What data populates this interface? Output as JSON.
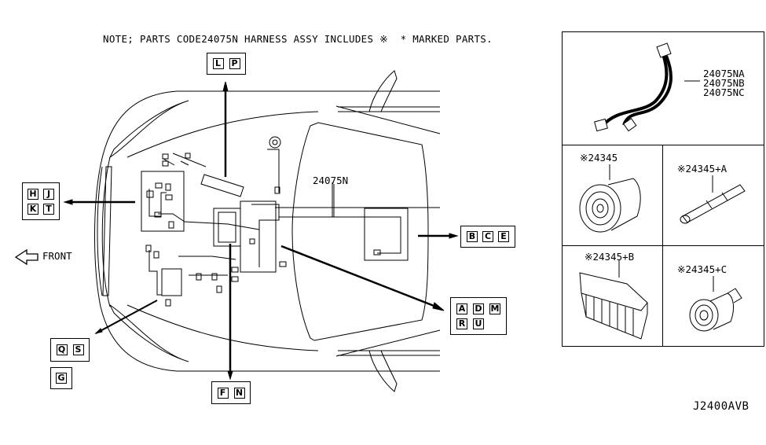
{
  "note": "NOTE; PARTS CODE24075N HARNESS ASSY INCLUDES ※  * MARKED PARTS.",
  "main_part_label": "24075N",
  "front_label": "FRONT",
  "figure_code": "J2400AVB",
  "reference_groups": {
    "top": [
      "L",
      "P"
    ],
    "left": [
      "H",
      "J",
      "K",
      "T"
    ],
    "bottom_left": [
      "Q",
      "S"
    ],
    "bottom_left_2": [
      "G"
    ],
    "bottom": [
      "F",
      "N"
    ],
    "right": [
      "B",
      "C",
      "E"
    ],
    "right_lower_row1": [
      "A",
      "D",
      "M"
    ],
    "right_lower_row2": [
      "R",
      "U"
    ]
  },
  "parts_panels": [
    {
      "id": "harness",
      "labels": [
        "24075NA",
        "24075NB",
        "24075NC"
      ]
    },
    {
      "id": "grommet",
      "label": "※24345"
    },
    {
      "id": "pin",
      "label": "※24345+A"
    },
    {
      "id": "connector",
      "label": "※24345+B"
    },
    {
      "id": "seal",
      "label": "※24345+C"
    }
  ],
  "colors": {
    "line": "#000000",
    "background": "#ffffff"
  }
}
